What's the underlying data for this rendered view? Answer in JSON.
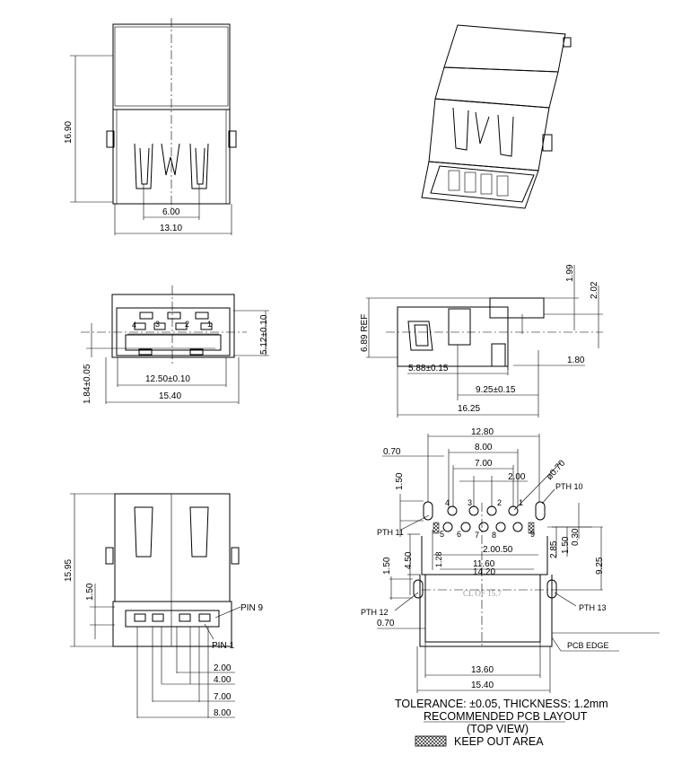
{
  "top_view": {
    "height": "16.90",
    "pin_span": "6.00",
    "width": "13.10"
  },
  "front_view": {
    "height": "5.12±0.10",
    "offset": "1.84±0.05",
    "inner_width": "12.50±0.10",
    "outer_width": "15.40",
    "pins": [
      "4",
      "3",
      "2",
      "1"
    ]
  },
  "bottom_view": {
    "height": "15.95",
    "tab": "1.50",
    "pin9": "PIN 9",
    "pin1": "PIN 1",
    "dims": [
      "2.00",
      "4.00",
      "7.00",
      "8.00"
    ]
  },
  "side_view": {
    "height_ref": "6.89 REF",
    "d1": "1.99",
    "d2": "2.02",
    "d3": "1.80",
    "d4": "5.88±0.15",
    "d5": "9.25±0.15",
    "d6": "16.25"
  },
  "pcb_layout": {
    "w1280": "12.80",
    "w800": "8.00",
    "w700": "7.00",
    "w200": "2.00",
    "dia": "ø0.70",
    "pth10": "PTH 10",
    "pth11": "PTH 11",
    "pth12": "PTH 12",
    "pth13": "PTH 13",
    "top070": "0.70",
    "bot070": "0.70",
    "v150a": "1.50",
    "v450": "4.50",
    "v150b": "1.50",
    "row1": [
      "4",
      "3",
      "2",
      "1"
    ],
    "row2": [
      "5",
      "6",
      "7",
      "8",
      "9"
    ],
    "d128": "1.28",
    "d2005": "2.00.50",
    "d1160": "11.60",
    "d1420": "14.20",
    "d285": "2.85",
    "d150": "1.50",
    "d030": "0.30",
    "d925": "9.25",
    "centerline": "CL OF 15.7",
    "pcb_edge": "PCB EDGE",
    "w1360": "13.60",
    "w1540": "15.40"
  },
  "notes": {
    "tolerance": "TOLERANCE: ±0.05, THICKNESS: 1.2mm",
    "title": "RECOMMENDED PCB LAYOUT",
    "view": "(TOP VIEW)",
    "keepout": "KEEP OUT AREA"
  }
}
